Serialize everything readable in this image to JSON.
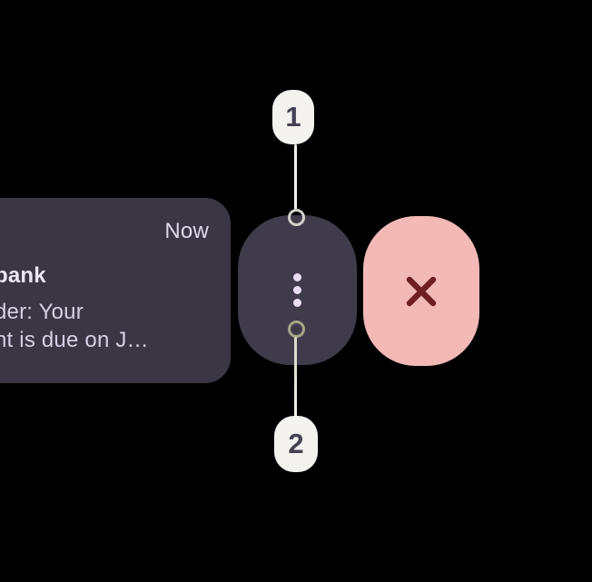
{
  "screen": {
    "background_color": "#000000",
    "description": "notification-swipe-actions"
  },
  "notification": {
    "timestamp": "Now",
    "title": "bank",
    "body_line1": "der: Your",
    "body_line2": "nt is due on J…",
    "card_color": "#3b3644",
    "timestamp_color": "#ded8ea",
    "title_color": "#ece6f4",
    "body_color": "#d7d0e3"
  },
  "actions": {
    "menu": {
      "icon": "kebab-menu-icon",
      "pill_color": "#403b4a",
      "dot_color": "#eadef6"
    },
    "dismiss": {
      "icon": "close-icon",
      "pill_color": "#f2b9b6",
      "icon_color": "#6e1f22"
    }
  },
  "callouts": {
    "badge_bg": "#f3f2ef",
    "badge_text_color": "#454052",
    "top": {
      "label": "1",
      "line_color": "#f2f0ea",
      "ring_color": "#d2d1cd"
    },
    "bottom": {
      "label": "2",
      "line_color": "#e9e7d9",
      "ring_color": "#a6a48a"
    }
  }
}
